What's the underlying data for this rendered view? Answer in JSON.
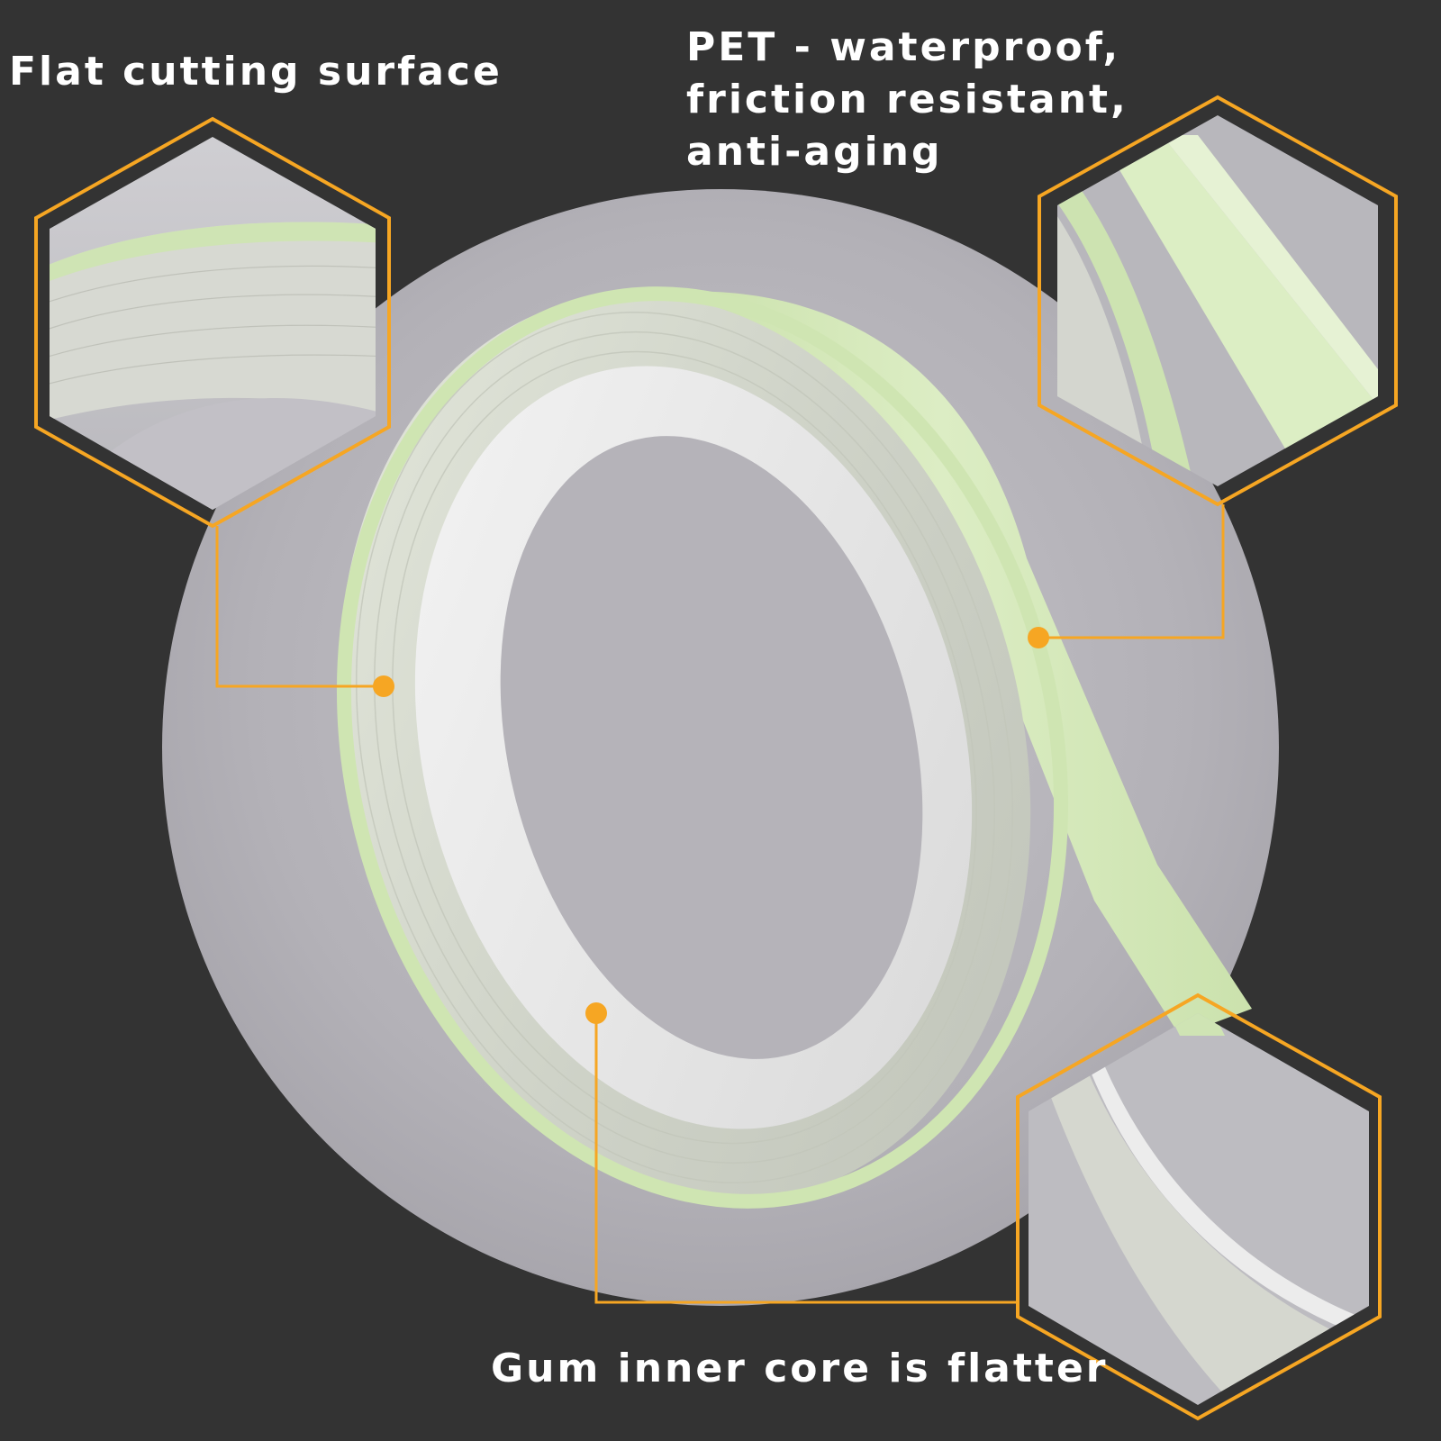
{
  "callouts": {
    "flat_cutting": "Flat cutting surface",
    "pet_line1": "PET - waterproof,",
    "pet_line2": "friction resistant,",
    "pet_line3": "anti-aging",
    "gum_core": "Gum inner core is flatter"
  },
  "colors": {
    "background": "#333333",
    "accent_orange": "#f6a623",
    "tape_green": "#d9ebbf",
    "backdrop_gray": "#b9b7bd",
    "label_text": "#ffffff"
  },
  "icons": {
    "marker": "orange-dot",
    "frame": "hexagon-outline"
  }
}
